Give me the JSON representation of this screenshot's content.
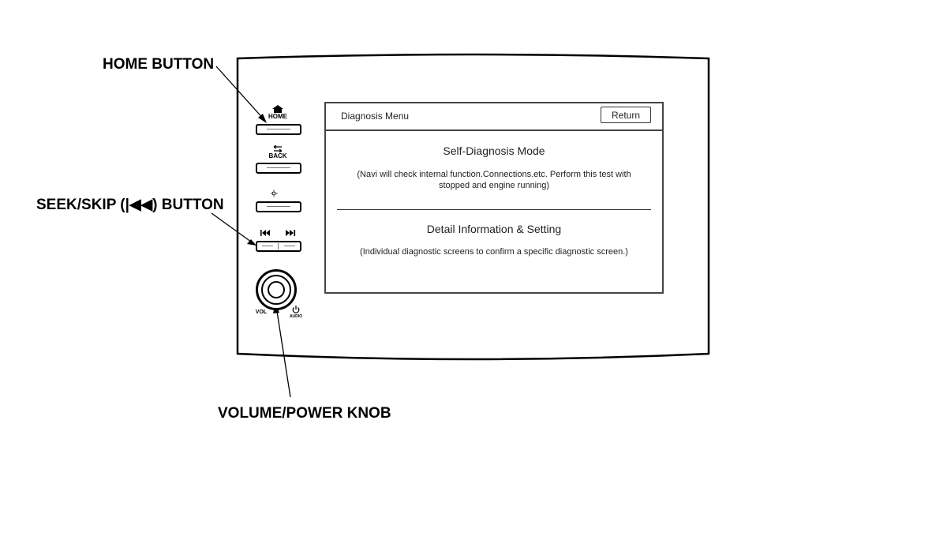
{
  "callouts": {
    "home": "HOME BUTTON",
    "seek": "SEEK/SKIP (|◀◀) BUTTON",
    "volume": "VOLUME/POWER KNOB"
  },
  "panel": {
    "home_label": "HOME",
    "back_label": "BACK",
    "vol_label": "VOL",
    "audio_label": "AUDIO",
    "icons": {
      "home": "home-icon",
      "back": "back-arrow-icon",
      "brightness": "day-night-icon",
      "seek_back": "skip-back-icon",
      "seek_forward": "skip-forward-icon",
      "power": "power-icon"
    }
  },
  "screen": {
    "title": "Diagnosis Menu",
    "return_label": "Return",
    "items": [
      {
        "heading": "Self-Diagnosis Mode",
        "description": "(Navi will check internal function.Connections.etc. Perform this test with stopped and engine running)"
      },
      {
        "heading": "Detail Information & Setting",
        "description": "(Individual diagnostic screens to confirm a specific diagnostic screen.)"
      }
    ]
  }
}
